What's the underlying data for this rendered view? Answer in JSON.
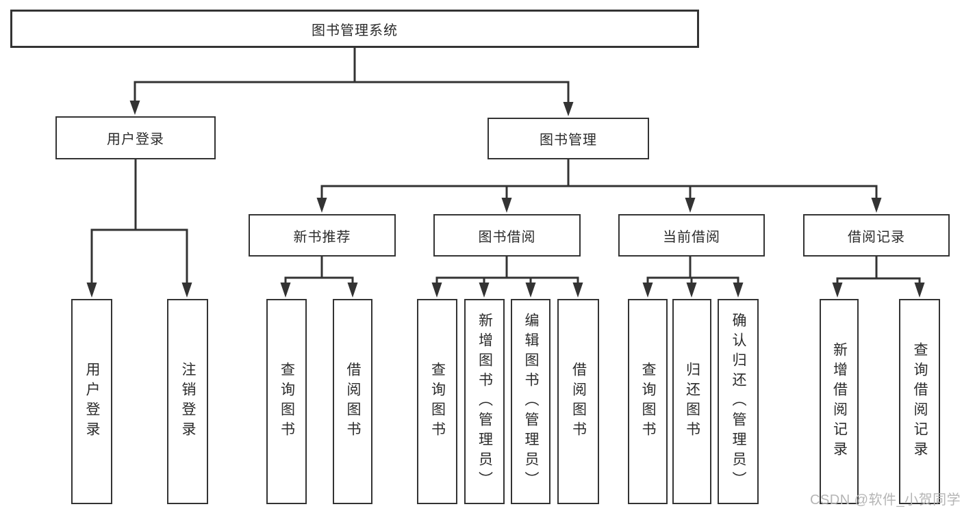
{
  "root": {
    "label": "图书管理系统"
  },
  "branches": {
    "user": {
      "label": "用户登录",
      "children": {
        "login": "用户登录",
        "logout": "注销登录"
      }
    },
    "books": {
      "label": "图书管理",
      "modules": {
        "recommend": {
          "label": "新书推荐",
          "children": {
            "query": "查询图书",
            "borrow": "借阅图书"
          }
        },
        "borrow": {
          "label": "图书借阅",
          "children": {
            "query": "查询图书",
            "add": "新增图书（管理员）",
            "edit": "编辑图书（管理员）",
            "borrow": "借阅图书"
          }
        },
        "current": {
          "label": "当前借阅",
          "children": {
            "query": "查询图书",
            "return": "归还图书",
            "confirm": "确认归还（管理员）"
          }
        },
        "records": {
          "label": "借阅记录",
          "children": {
            "add": "新增借阅记录",
            "query": "查询借阅记录"
          }
        }
      }
    }
  },
  "watermark": {
    "text": "CSDN @软件_小贺同学"
  },
  "colors": {
    "line": "#333333",
    "box_border": "#333333",
    "text": "#2b2b2b",
    "watermark": "#b5b5b5",
    "background": "#ffffff"
  }
}
